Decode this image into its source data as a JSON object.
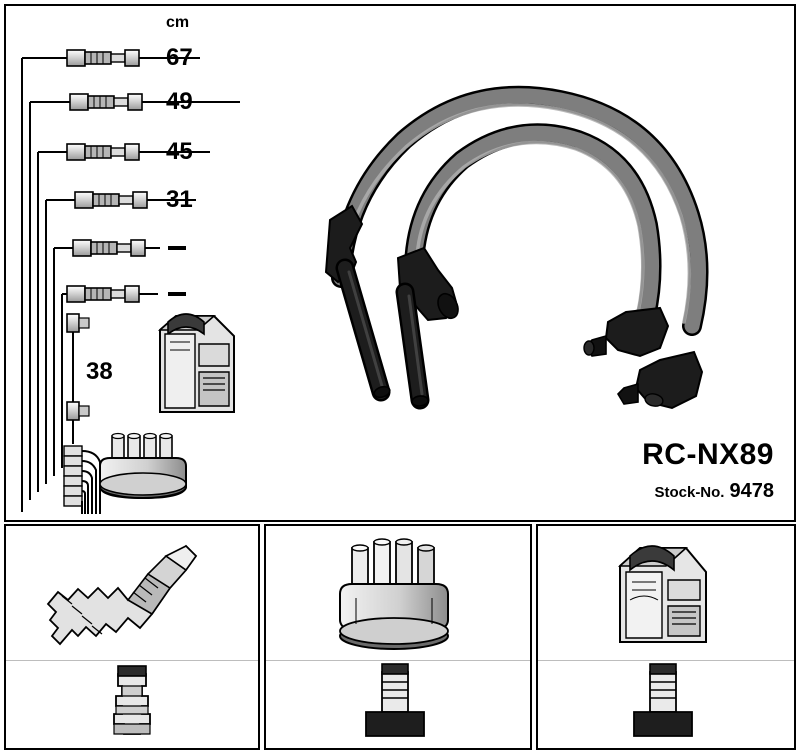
{
  "product": {
    "part_number": "RC-NX89",
    "stock_label": "Stock-No.",
    "stock_number": "9478"
  },
  "legend": {
    "unit": "cm",
    "lengths": [
      "67",
      "49",
      "45",
      "31",
      "—",
      "—",
      "38"
    ]
  },
  "colors": {
    "line": "#000000",
    "cable_fill": "#7a7a7a",
    "boot_fill": "#1a1a1a",
    "component_fill": "#d8d8d8",
    "background": "#ffffff"
  },
  "parts_row": {
    "items": [
      {
        "top_icon": "spark-plug-icon",
        "bottom_icon": "spark-plug-boot-icon"
      },
      {
        "top_icon": "distributor-cap-icon",
        "bottom_icon": "distributor-terminal-icon"
      },
      {
        "top_icon": "ignition-coil-icon",
        "bottom_icon": "coil-terminal-icon"
      }
    ]
  }
}
